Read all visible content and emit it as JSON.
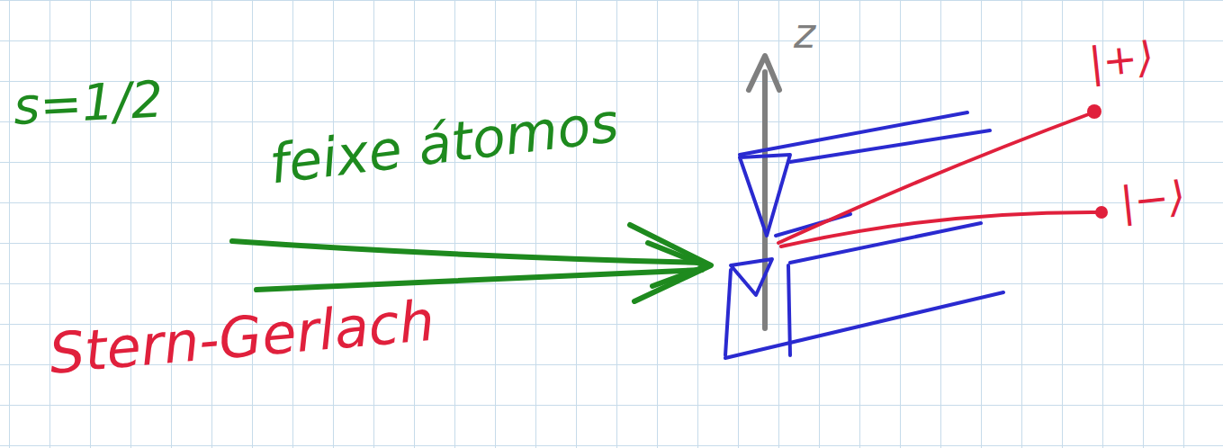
{
  "diagram": {
    "labels": [
      "s=1/2",
      "feixe átomos",
      "Stern-Gerlach",
      "z",
      "|+⟩",
      "|−⟩"
    ]
  }
}
